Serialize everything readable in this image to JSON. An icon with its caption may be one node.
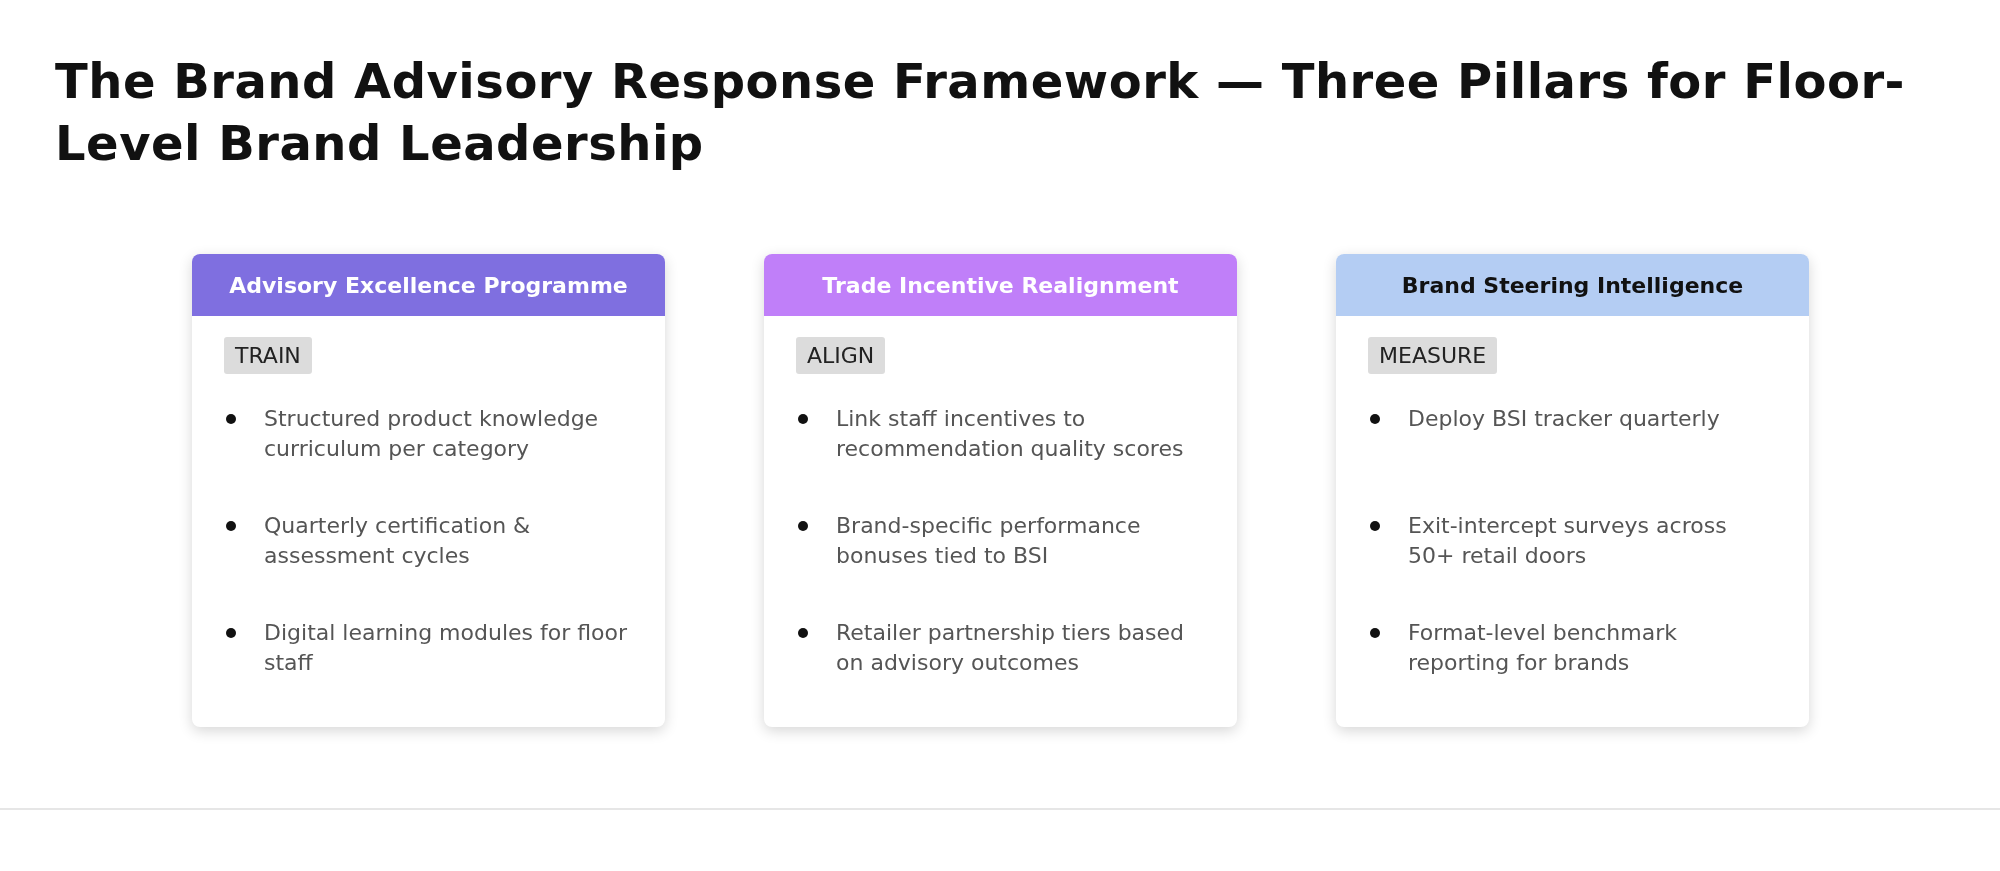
{
  "diagram": {
    "title": "The Brand Advisory Response Framework — Three Pillars for Floor-Level Brand Leadership",
    "nodes": [
      {
        "text": [
          "Advisory Excellence Programme",
          "TRAIN",
          "Structured product knowledge curriculum per category",
          "Quarterly certification & assessment cycles",
          "Digital learning modules for floor staff"
        ]
      },
      {
        "text": [
          "Trade Incentive Realignment",
          "ALIGN",
          "Link staff incentives to recommendation quality scores",
          "Brand-specific performance bonuses tied to BSI",
          "Retailer partnership tiers based on advisory outcomes"
        ]
      },
      {
        "text": [
          "Brand Steering Intelligence",
          "MEASURE",
          "Deploy BSI tracker quarterly",
          "Exit-intercept surveys across 50+ retail doors",
          "Format-level benchmark reporting for brands"
        ]
      }
    ]
  }
}
